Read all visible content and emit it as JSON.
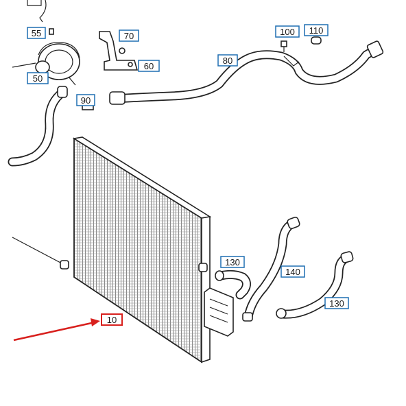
{
  "diagram": {
    "callouts": [
      {
        "id": "c-55",
        "label": "55",
        "highlight": false
      },
      {
        "id": "c-50",
        "label": "50",
        "highlight": false
      },
      {
        "id": "c-70",
        "label": "70",
        "highlight": false
      },
      {
        "id": "c-60",
        "label": "60",
        "highlight": false
      },
      {
        "id": "c-80",
        "label": "80",
        "highlight": false
      },
      {
        "id": "c-100",
        "label": "100",
        "highlight": false
      },
      {
        "id": "c-110",
        "label": "110",
        "highlight": false
      },
      {
        "id": "c-90",
        "label": "90",
        "highlight": false
      },
      {
        "id": "c-130a",
        "label": "130",
        "highlight": false
      },
      {
        "id": "c-140",
        "label": "140",
        "highlight": false
      },
      {
        "id": "c-130b",
        "label": "130",
        "highlight": false
      },
      {
        "id": "c-10",
        "label": "10",
        "highlight": true
      }
    ],
    "colors": {
      "callout_border": "#1f6fb2",
      "highlight": "#d8201d",
      "line": "#222222",
      "background": "#ffffff"
    }
  }
}
